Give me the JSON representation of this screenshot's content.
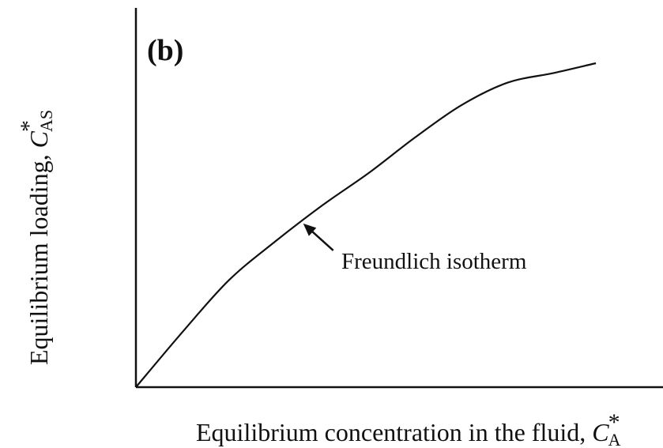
{
  "chart_data": {
    "type": "line",
    "panel_label": "(b)",
    "xlabel": {
      "text": "Equilibrium concentration in the fluid,",
      "symbol": "C",
      "superscript": "*",
      "subscript": "A"
    },
    "ylabel": {
      "text": "Equilibrium loading,",
      "symbol": "C",
      "superscript": "*",
      "subscript": "AS"
    },
    "xlim": [
      0,
      1
    ],
    "ylim": [
      0,
      1
    ],
    "grid": false,
    "series": [
      {
        "x": [
          0,
          0.1,
          0.2,
          0.3,
          0.4,
          0.5,
          0.6,
          0.7,
          0.8,
          0.9,
          0.99
        ],
        "y": [
          0,
          0.17,
          0.33,
          0.45,
          0.56,
          0.66,
          0.77,
          0.87,
          0.94,
          0.97,
          1.0
        ]
      }
    ],
    "annotations": [
      {
        "text": "Freundlich isotherm",
        "x": 0.36,
        "y": 0.505
      }
    ]
  }
}
